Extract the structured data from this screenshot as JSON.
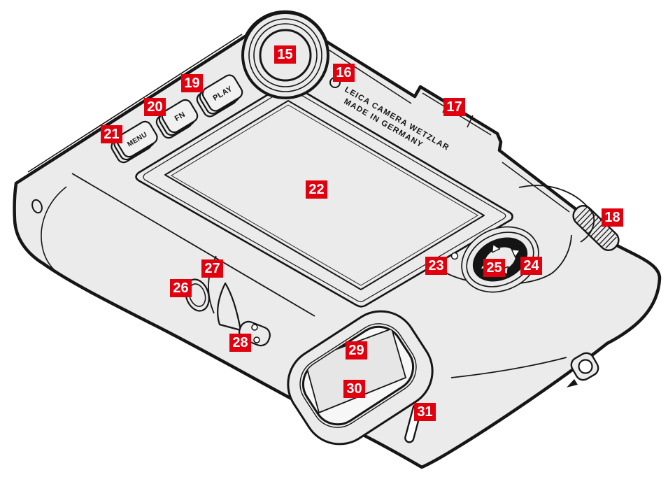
{
  "illustration": {
    "subject": "camera back panel exploded-view diagram",
    "engraving_line1": "LEICA CAMERA WETZLAR",
    "engraving_line2": "MADE IN GERMANY",
    "buttons": {
      "play": "PLAY",
      "fn": "FN",
      "menu": "MENU"
    }
  },
  "colors": {
    "callout_red": "#e1000e",
    "body_gray": "#ebebeb",
    "line_black": "#161616",
    "white": "#ffffff"
  },
  "callouts": [
    {
      "n": "15"
    },
    {
      "n": "16"
    },
    {
      "n": "17"
    },
    {
      "n": "18"
    },
    {
      "n": "19"
    },
    {
      "n": "20"
    },
    {
      "n": "21"
    },
    {
      "n": "22"
    },
    {
      "n": "23"
    },
    {
      "n": "24"
    },
    {
      "n": "25"
    },
    {
      "n": "26"
    },
    {
      "n": "27"
    },
    {
      "n": "28"
    },
    {
      "n": "29"
    },
    {
      "n": "30"
    },
    {
      "n": "31"
    }
  ]
}
